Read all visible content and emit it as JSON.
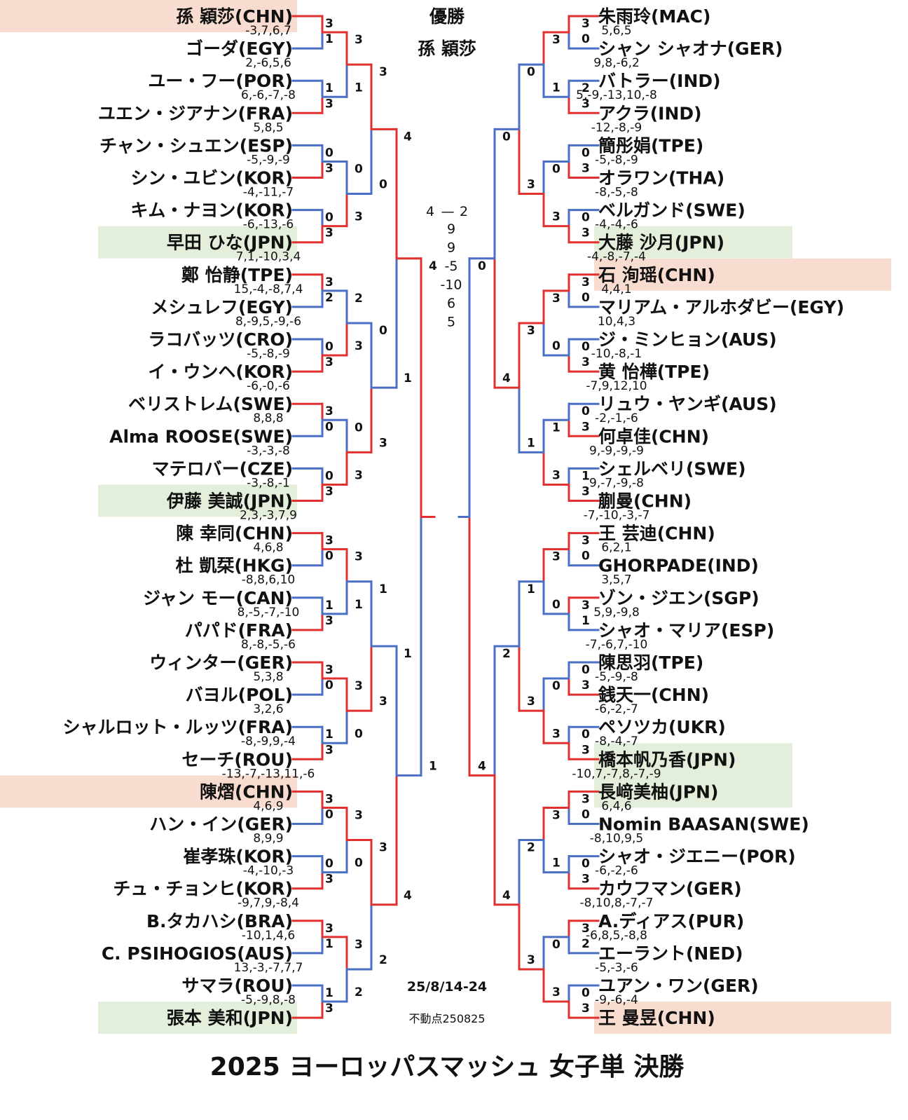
{
  "header": {
    "champion_label": "優勝",
    "champion_name": "孫 穎莎"
  },
  "colors": {
    "win_line": "#e03030",
    "lose_line": "#4a6fc4",
    "chn_highlight": "#f9dcd0",
    "jpn_highlight": "#e4efdb"
  },
  "final": {
    "set_score_left": "4",
    "set_score_dash": "—",
    "set_score_right": "2",
    "games": [
      "9",
      "9",
      "-5",
      "-10",
      "6",
      "5"
    ]
  },
  "date": "25/8/14-24",
  "credit": "不動点250825",
  "footer_title": "2025 ヨーロッパスマッシュ 女子単 決勝",
  "left_players": [
    "孫 穎莎(CHN)",
    "ゴーダ(EGY)",
    "ユー・フー(POR)",
    "ユエン・ジアナン(FRA)",
    "チャン・シュエン(ESP)",
    "シン・ユビン(KOR)",
    "キム・ナヨン(KOR)",
    "早田 ひな(JPN)",
    "鄭 怡静(TPE)",
    "メシュレフ(EGY)",
    "ラコバッツ(CRO)",
    "イ・ウンヘ(KOR)",
    "ベリストレム(SWE)",
    "Alma ROOSE(SWE)",
    "マテロバー(CZE)",
    "伊藤 美誠(JPN)",
    "陳 幸同(CHN)",
    "杜 凱栞(HKG)",
    "ジャン モー(CAN)",
    "パパド(FRA)",
    "ウィンター(GER)",
    "バヨル(POL)",
    "シャルロット・ルッツ(FRA)",
    "セーチ(ROU)",
    "陳熠(CHN)",
    "ハン・イン(GER)",
    "崔孝珠(KOR)",
    "チュ・チョンヒ(KOR)",
    "B.タカハシ(BRA)",
    "C. PSIHOGIOS(AUS)",
    "サマラ(ROU)",
    "張本 美和(JPN)"
  ],
  "right_players": [
    "朱雨玲(MAC)",
    "シャン シャオナ(GER)",
    "バトラー(IND)",
    "アクラ(IND)",
    "簡彤娟(TPE)",
    "オラワン(THA)",
    "ベルガンド(SWE)",
    "大藤 沙月(JPN)",
    "石 洵瑶(CHN)",
    "マリアム・アルホダビー(EGY)",
    "ジ・ミンヒョン(AUS)",
    "黄 怡樺(TPE)",
    "リュウ・ヤンギ(AUS)",
    "何卓佳(CHN)",
    "シェルベリ(SWE)",
    "蒯曼(CHN)",
    "王 芸迪(CHN)",
    "GHORPADE(IND)",
    "ゾン・ジエン(SGP)",
    "シャオ・マリア(ESP)",
    "陳思羽(TPE)",
    "銭天一(CHN)",
    "ペソツカ(UKR)",
    "橋本帆乃香(JPN)",
    "長﨑美柚(JPN)",
    "Nomin BAASAN(SWE)",
    "シャオ・ジエニー(POR)",
    "カウフマン(GER)",
    "A.ディアス(PUR)",
    "エーラント(NED)",
    "ユアン・ワン(GER)",
    "王 曼昱(CHN)"
  ],
  "highlights": {
    "left_chn": [
      0,
      24
    ],
    "left_jpn": [
      7,
      15,
      31
    ],
    "right_chn": [
      8,
      31
    ],
    "right_jpn": [
      7,
      23,
      24
    ]
  },
  "rounds": {
    "left": [
      [
        [
          "3",
          "1"
        ],
        [
          "1",
          "3"
        ],
        [
          "0",
          "3"
        ],
        [
          "0",
          "3"
        ],
        [
          "3",
          "2"
        ],
        [
          "0",
          "3"
        ],
        [
          "3",
          "0"
        ],
        [
          "0",
          "3"
        ],
        [
          "3",
          "0"
        ],
        [
          "1",
          "3"
        ],
        [
          "3",
          "0"
        ],
        [
          "1",
          "3"
        ],
        [
          "3",
          "0"
        ],
        [
          "0",
          "3"
        ],
        [
          "3",
          "1"
        ],
        [
          "1",
          "3"
        ]
      ],
      [
        [
          "3",
          "1"
        ],
        [
          "0",
          "3"
        ],
        [
          "2",
          "3"
        ],
        [
          "0",
          "3"
        ],
        [
          "3",
          "1"
        ],
        [
          "3",
          "0"
        ],
        [
          "3",
          "0"
        ],
        [
          "3",
          "2"
        ]
      ],
      [
        [
          "3",
          "0"
        ],
        [
          "0",
          "3"
        ],
        [
          "1",
          "3"
        ],
        [
          "3",
          "2"
        ]
      ],
      [
        [
          "4",
          "1"
        ],
        [
          "1",
          "4"
        ]
      ],
      [
        [
          "4",
          "1"
        ]
      ]
    ],
    "right": [
      [
        [
          "3",
          "0"
        ],
        [
          "2",
          "3"
        ],
        [
          "0",
          "3"
        ],
        [
          "0",
          "3"
        ],
        [
          "3",
          "0"
        ],
        [
          "0",
          "3"
        ],
        [
          "0",
          "3"
        ],
        [
          "1",
          "3"
        ],
        [
          "3",
          "0"
        ],
        [
          "3",
          "1"
        ],
        [
          "0",
          "3"
        ],
        [
          "0",
          "3"
        ],
        [
          "3",
          "0"
        ],
        [
          "0",
          "3"
        ],
        [
          "3",
          "2"
        ],
        [
          "0",
          "3"
        ]
      ],
      [
        [
          "3",
          "1"
        ],
        [
          "0",
          "3"
        ],
        [
          "3",
          "0"
        ],
        [
          "1",
          "3"
        ],
        [
          "3",
          "0"
        ],
        [
          "0",
          "3"
        ],
        [
          "3",
          "1"
        ],
        [
          "0",
          "3"
        ]
      ],
      [
        [
          "0",
          "3"
        ],
        [
          "3",
          "1"
        ],
        [
          "1",
          "3"
        ],
        [
          "2",
          "3"
        ]
      ],
      [
        [
          "0",
          "4"
        ],
        [
          "2",
          "4"
        ]
      ],
      [
        [
          "0",
          "4"
        ]
      ]
    ]
  },
  "game_scores": {
    "left": [
      [
        "-3,7,6,7",
        "2,-6,5,6",
        "6,-6,-7,-8",
        "5,8,5",
        "-5,-9,-9",
        "-4,-11,-7",
        "-6,-13,-6",
        "7,1,-10,3,4",
        "15,-4,-8,7,4",
        "8,-9,5,-9,-6",
        "-5,-8,-9",
        "-6,-0,-6",
        "8,8,8",
        "-3,-3,-8",
        "-3,-8,-1",
        "2,3,-3,7,9",
        "4,6,8",
        "-8,8,6,10",
        "8,-5,-7,-10",
        "8,-8,-5,-6",
        "5,3,8",
        "3,2,6",
        "-8,-9,9,-4",
        "-13,-7,-13,11,-6",
        "4,6,9",
        "8,9,9",
        "-4,-10,-3",
        "-9,7,9,-8,4",
        "-10,1,4,6",
        "13,-3,-7,7,7",
        "-5,-9,8,-8"
      ],
      [
        "9,8,-6,2"
      ]
    ],
    "right": [
      "5,6,5",
      "9,8,-6,2",
      "5,-9,-13,10,-8",
      "-12,-8,-9",
      "-5,-8,-9",
      "-8,-5,-8",
      "-4,-4,-6",
      "-4,-8,-7,-4",
      "4,4,1",
      "10,4,3",
      "-10,-8,-1",
      "-7,9,12,10",
      "-2,-1,-6",
      "9,-9,-9,-9",
      "9,-7,-9,-8",
      "-7,-10,-3,-7",
      "6,2,1",
      "3,5,7",
      "5,9,-9,8",
      "-7,-6,7,-10",
      "-5,-9,-8",
      "-6,-2,-7",
      "-8,-4,-7",
      "-10,7,-7,8,-7,-9",
      "6,4,6",
      "-8,10,9,5",
      "-6,-2,-6",
      "-8,10,8,-7,-7",
      "-6,8,5,-8,8",
      "-5,-3,-6",
      "-9,-6,-4"
    ]
  }
}
